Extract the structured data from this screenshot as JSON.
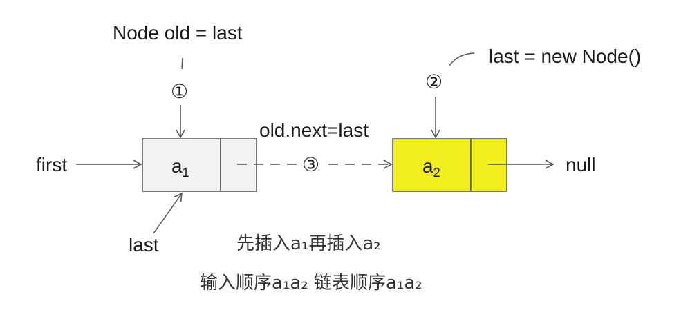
{
  "colors": {
    "node1_fill": "#f2f2f2",
    "node2_fill": "#f2ef1c",
    "stroke": "#555555",
    "text": "#1a1a1a"
  },
  "labels": {
    "node_old_eq_last": "Node old = last",
    "last_eq_new_node": "last = new Node()",
    "old_next_eq_last": "old.next=last",
    "first": "first",
    "last": "last",
    "null": "null",
    "step1": "①",
    "step2": "②",
    "step3": "③"
  },
  "nodes": [
    {
      "value_base": "a",
      "value_sub": "1"
    },
    {
      "value_base": "a",
      "value_sub": "2"
    }
  ],
  "captions": {
    "insert_order": "先插入a₁再插入a₂",
    "input_vs_list_order": "输入顺序a₁a₂ 链表顺序a₁a₂"
  }
}
